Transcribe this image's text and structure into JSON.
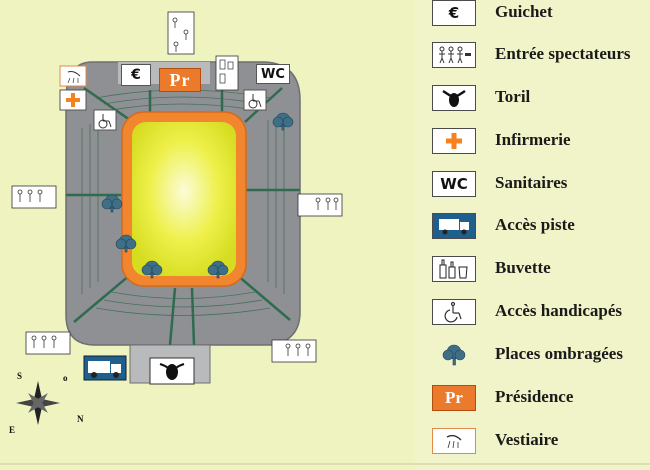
{
  "colors": {
    "background": "#eef3c0",
    "stands": "#8f9094",
    "stand_lines": "#2f6b4e",
    "arena_ring": "#f2862f",
    "arena_sand": "#e8ec28",
    "presidence": "#ec7a2c",
    "infirmerie": "#f5821f",
    "acces_piste_truck": "#1e5f8c"
  },
  "map": {
    "badges": {
      "guichet_top": "€",
      "presidence": "Pr",
      "sanitaires": "WC"
    },
    "compass": {
      "south": "S",
      "west": "o",
      "east": "E",
      "north": "N"
    }
  },
  "legend": [
    {
      "icon": "euro-icon",
      "label": "Guichet"
    },
    {
      "icon": "spectators-icon",
      "label": "Entrée spectateurs"
    },
    {
      "icon": "bull-head-icon",
      "label": "Toril"
    },
    {
      "icon": "medical-cross-icon",
      "label": "Infirmerie"
    },
    {
      "icon": "wc-icon",
      "label": "Sanitaires",
      "text": "WC"
    },
    {
      "icon": "truck-icon",
      "label": "Accès piste"
    },
    {
      "icon": "bottles-icon",
      "label": "Buvette"
    },
    {
      "icon": "wheelchair-icon",
      "label": "Accès handicapés"
    },
    {
      "icon": "tree-icon",
      "label": "Places ombragées"
    },
    {
      "icon": "presidence-icon",
      "label": "Présidence",
      "text": "Pr"
    },
    {
      "icon": "shower-icon",
      "label": "Vestiaire"
    }
  ]
}
